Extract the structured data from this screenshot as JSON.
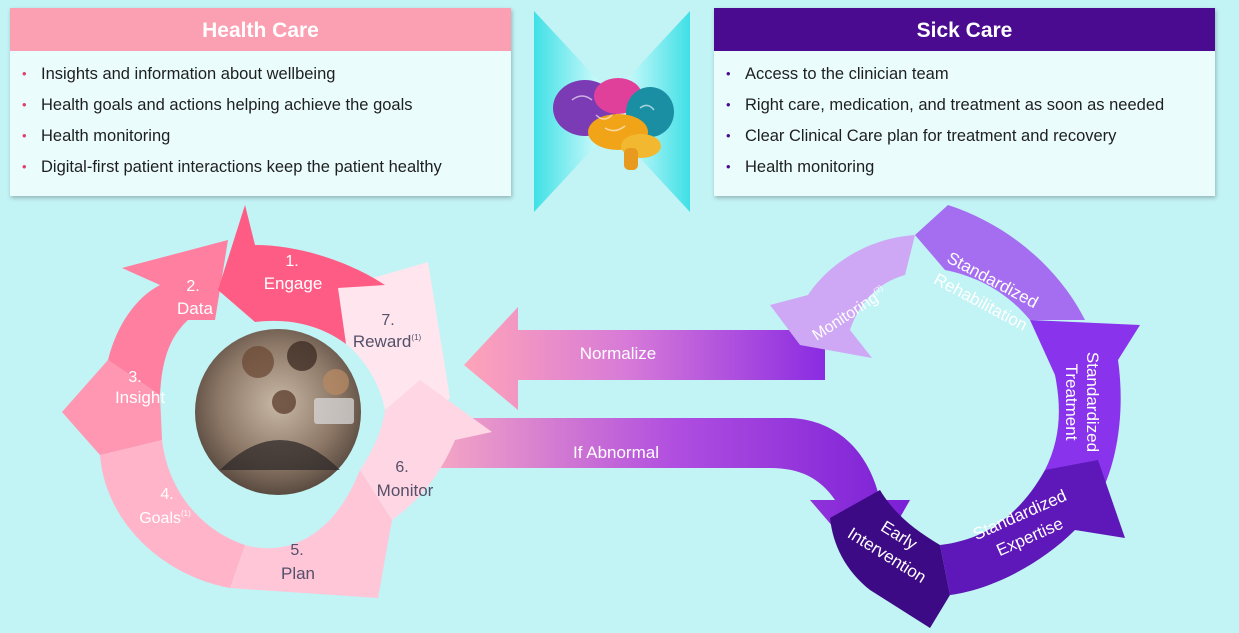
{
  "health_care": {
    "title": "Health Care",
    "items": [
      "Insights and information about wellbeing",
      "Health goals and actions helping achieve the goals",
      "Health monitoring",
      "Digital-first patient interactions keep the patient healthy"
    ]
  },
  "sick_care": {
    "title": "Sick Care",
    "items": [
      "Access to the clinician team",
      "Right care, medication, and treatment as soon as needed",
      "Clear Clinical Care plan for treatment and recovery",
      "Health monitoring"
    ]
  },
  "cycle": {
    "steps": [
      {
        "num": "1.",
        "label": "Engage"
      },
      {
        "num": "2.",
        "label": "Data"
      },
      {
        "num": "3.",
        "label": "Insight"
      },
      {
        "num": "4.",
        "label": "Goals",
        "sup": "(1)"
      },
      {
        "num": "5.",
        "label": "Plan"
      },
      {
        "num": "6.",
        "label": "Monitor"
      },
      {
        "num": "7.",
        "label": "Reward",
        "sup": "(1)"
      }
    ]
  },
  "flow": {
    "normalize": "Normalize",
    "if_abnormal": "If Abnormal"
  },
  "sick_cycle": {
    "monitoring": "Monitoring",
    "monitoring_sup": "(2)",
    "rehab_line1": "Standardized",
    "rehab_line2": "Rehabilitation",
    "treatment_line1": "Standardized",
    "treatment_line2": "Treatment",
    "expertise_line1": "Standardized",
    "expertise_line2": "Expertise",
    "early_line1": "Early",
    "early_line2": "Intervention"
  },
  "colors": {
    "health_header": "#fba0b2",
    "sick_header": "#4a0b90",
    "background": "#c2f3f5"
  }
}
